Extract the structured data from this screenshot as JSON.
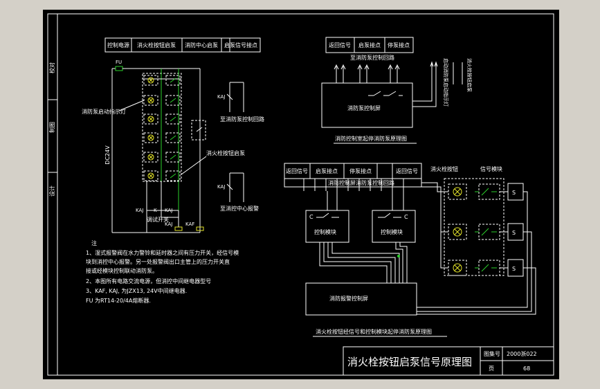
{
  "colors": {
    "background": "#000000",
    "frame": "#ffffff",
    "wiring": "#2bd12b",
    "lamp": "#e5e52a",
    "surround": "#d4d0c8"
  },
  "side_column": {
    "check": "校对",
    "draw": "制图",
    "design": "设计"
  },
  "left_circuit": {
    "header_cells": [
      "控制电源",
      "消火栓按钮启泵",
      "消防中心启泵",
      "启泵信号接点"
    ],
    "fu_label": "FU",
    "voltage_label": "DC24V",
    "lamp_label": "消防泵启动指示灯",
    "button_label": "消火栓按钮启泵",
    "kaj_label": "KAJ",
    "k_label": "K",
    "kaf_label": "KAF",
    "test_switch_label": "调试开关",
    "control_loop_label": "至消防泵控制回路",
    "center_label": "至消控中心报警"
  },
  "notes": {
    "heading": "注",
    "lines": [
      "1、湿式报警阀在水力警铃和延时器之间有压力开关，经信号模",
      "   块到消控中心报警。另一处报警阀出口主管上的压力开关直",
      "   接或经模块控制联动消防泵。",
      "2、本图所有电路交流电源，但消控中间继电器型号",
      "3、KAF, KAJ, 为JZX13, 24V中间继电器.",
      "   FU 为RT14-20/4A熔断器."
    ]
  },
  "right_top": {
    "header_cells": [
      "返回信号",
      "启泵接点",
      "停泵接点"
    ],
    "bus_label": "至消防泵控制回路",
    "vertical_labels": [
      "启动消防泵启动指示灯",
      "消火栓按钮启泵"
    ],
    "controller_label": "消防泵控制屏",
    "caption": "消防控制室起停消防泵原理图"
  },
  "right_bottom": {
    "header_cells": [
      "返回信号",
      "启泵接点",
      "停泵接点",
      "返回信号"
    ],
    "bus_label": "消防控制屏消防泵控制回路",
    "hydrant_button_label": "消火栓按钮",
    "signal_module_label": "信号模块",
    "module_label": "控制模块",
    "c_label": "C",
    "s_label": "S",
    "panel_label": "消防报警控制屏",
    "caption": "消火栓按钮经信号和控制模块起停消防泵原理图"
  },
  "title_block": {
    "title": "消火栓按钮启泵信号原理图",
    "atlas_label": "图集号",
    "atlas_value": "2000浙022",
    "page_label": "页",
    "page_value": "68"
  }
}
